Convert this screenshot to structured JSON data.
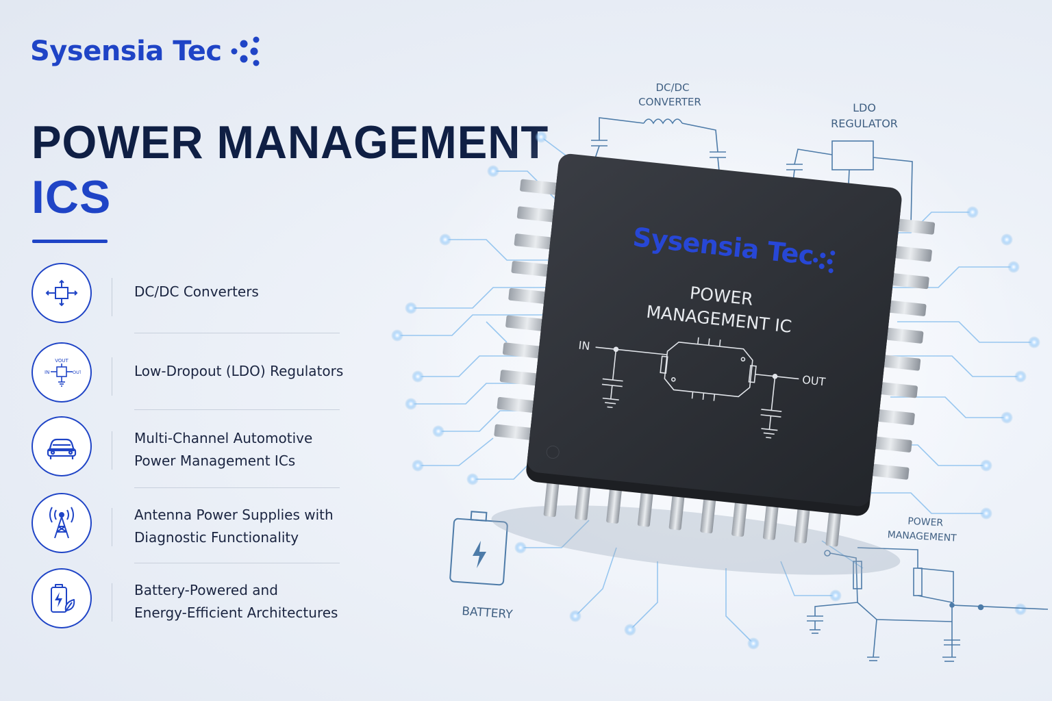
{
  "brand": {
    "name": "Sysensia Tec",
    "color": "#1f44c6"
  },
  "headline": {
    "line1": "POWER MANAGEMENT",
    "line2": "ICS"
  },
  "features": [
    {
      "icon": "dc-dc-converter-icon",
      "line1": "DC/DC Converters",
      "line2": ""
    },
    {
      "icon": "ldo-regulator-icon",
      "line1": "Low-Dropout (LDO) Regulators",
      "line2": "",
      "icon_labels": {
        "vout": "VOUT",
        "in": "IN",
        "out": "OUT"
      }
    },
    {
      "icon": "car-icon",
      "line1": "Multi-Channel Automotive",
      "line2": "Power Management ICs"
    },
    {
      "icon": "antenna-tower-icon",
      "line1": "Antenna Power Supplies with",
      "line2": "Diagnostic Functionality"
    },
    {
      "icon": "battery-leaf-icon",
      "line1": "Battery-Powered and",
      "line2": "Energy-Efficient Architectures"
    }
  ],
  "chip": {
    "brand": "Sysensia Tec",
    "title_line1": "POWER",
    "title_line2": "MANAGEMENT IC",
    "label_in": "IN",
    "label_out": "OUT"
  },
  "diagrams": {
    "dcdc_line1": "DC/DC",
    "dcdc_line2": "CONVERTER",
    "ldo_line1": "LDO",
    "ldo_line2": "REGULATOR",
    "pm_line1": "POWER",
    "pm_line2": "MANAGEMENT",
    "battery": "BATTERY"
  },
  "colors": {
    "navy": "#0f1f44",
    "accent": "#1f44c6",
    "chip": "#2a2d33",
    "trace": "#6aaee8"
  }
}
